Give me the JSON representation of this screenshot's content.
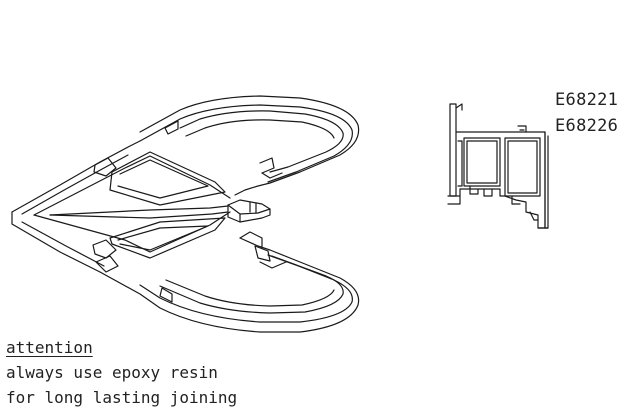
{
  "part_codes": [
    "E68221",
    "E68226"
  ],
  "note": {
    "title": "attention",
    "line1": "always use epoxy resin",
    "line2": "for long lasting joining"
  }
}
